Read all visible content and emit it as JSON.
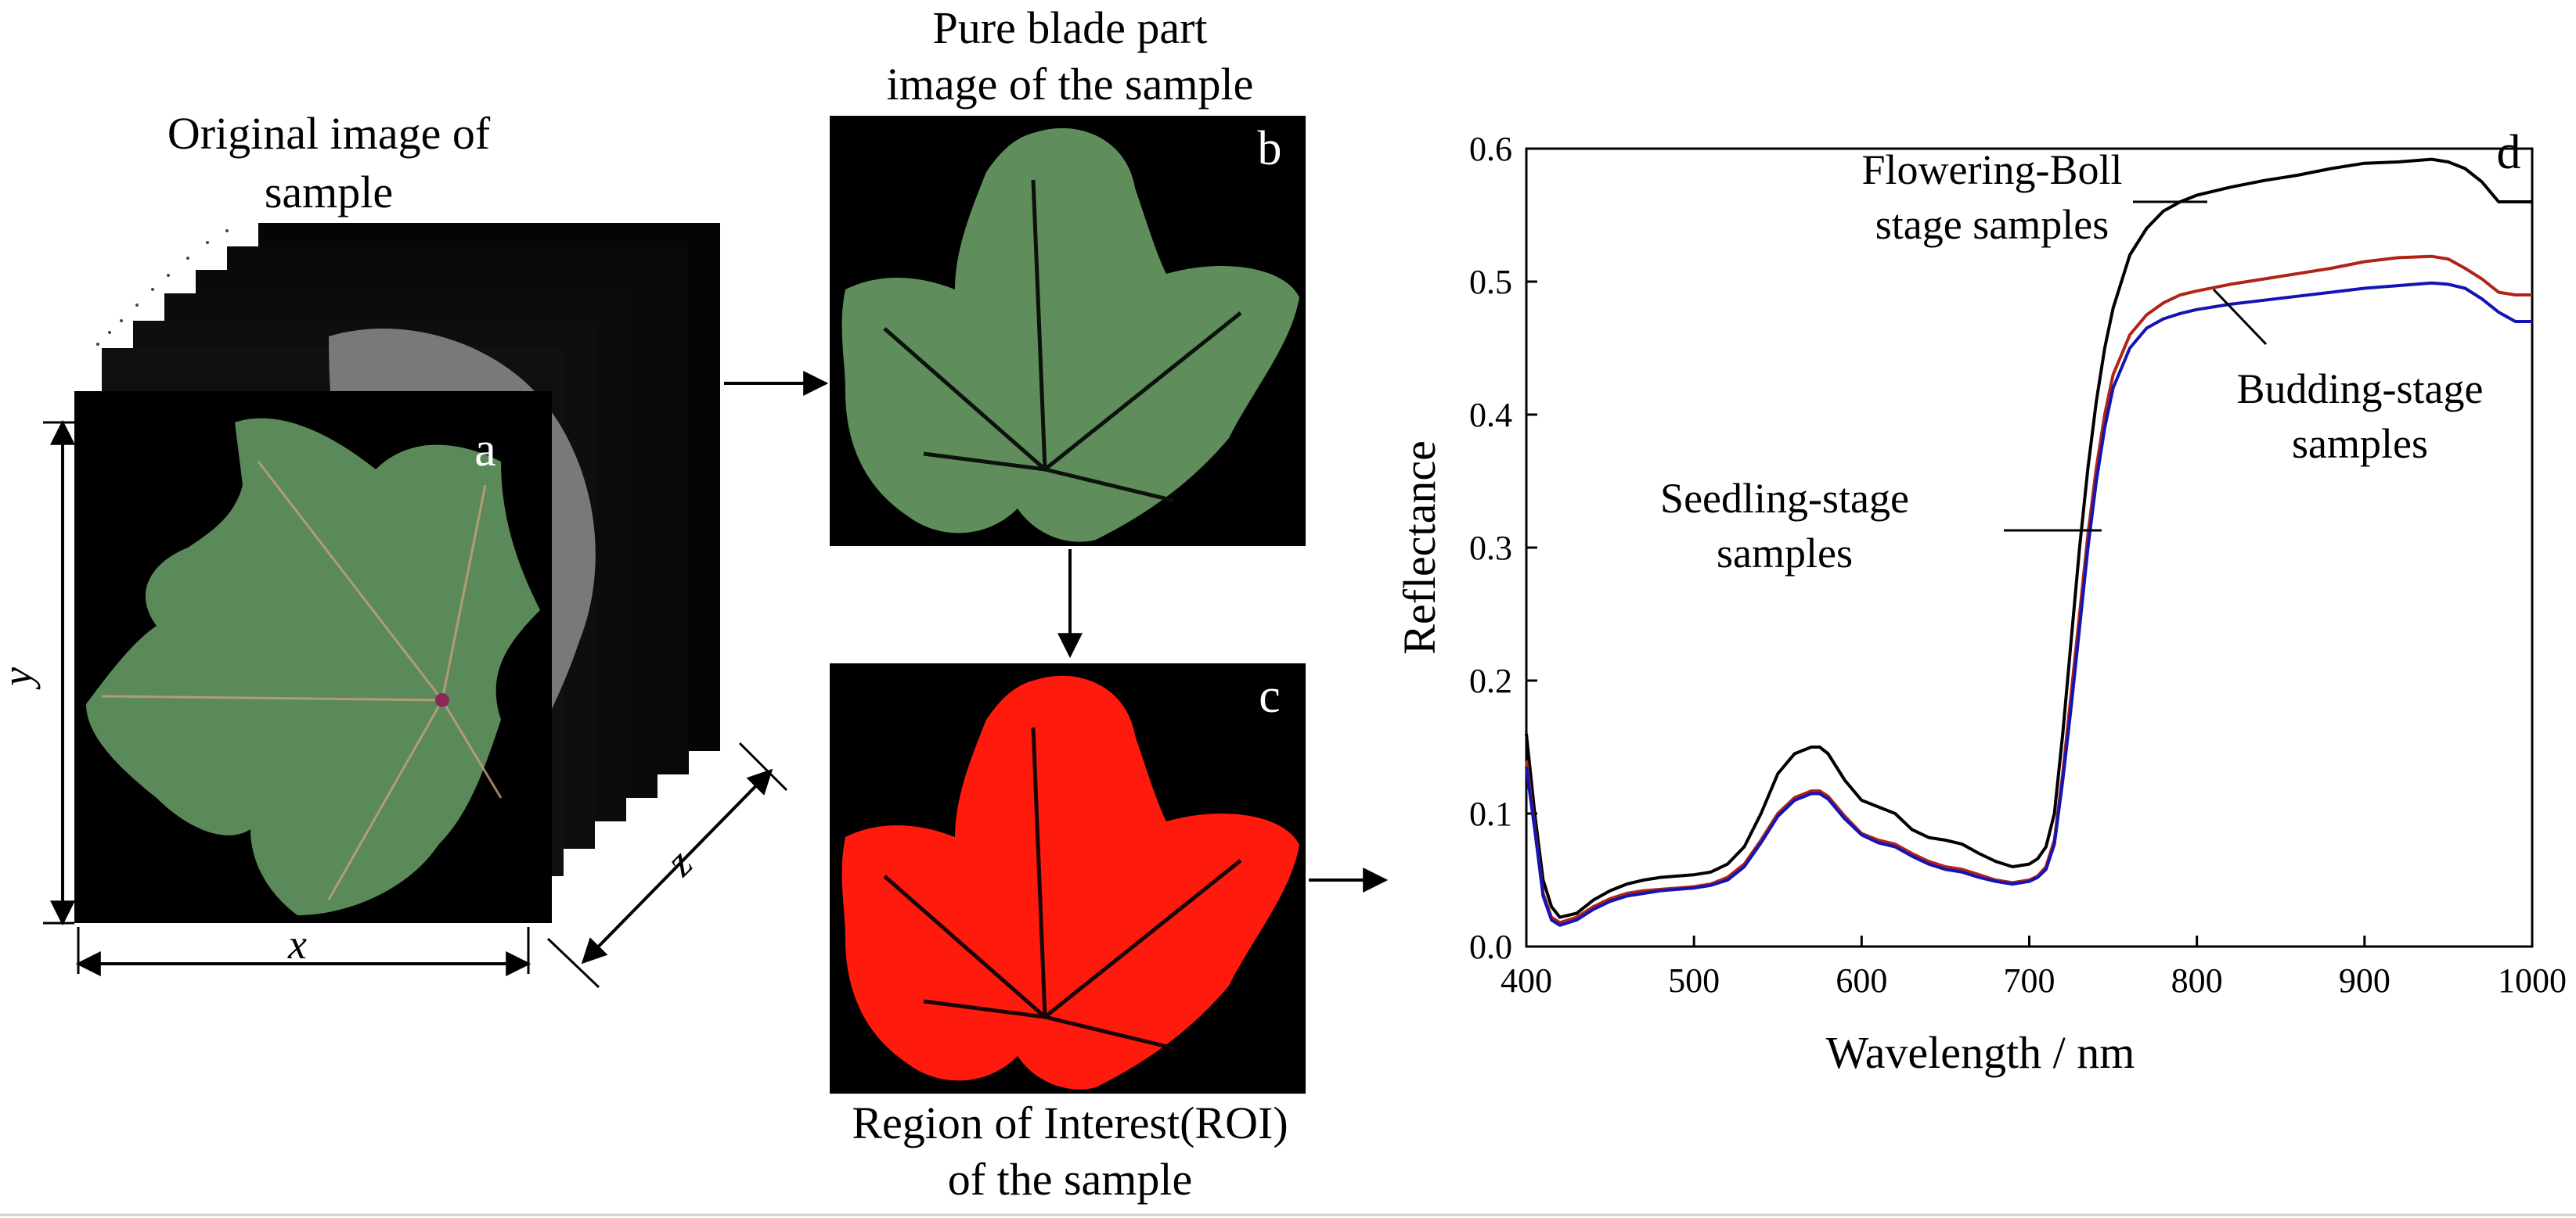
{
  "panel_a": {
    "caption_line1": "Original image of",
    "caption_line2": "sample",
    "letter": "a",
    "axis_x": "x",
    "axis_y": "y",
    "axis_z": "z"
  },
  "panel_b": {
    "caption_line1": "Pure blade part",
    "caption_line2": "image of the sample",
    "letter": "b"
  },
  "panel_c": {
    "caption_line1": "Region of Interest(ROI)",
    "caption_line2": "of the sample",
    "letter": "c"
  },
  "colors": {
    "leaf": "#5b8a5a",
    "roi": "#ff1a0e",
    "flowering": "#000000",
    "budding": "#b02418",
    "seedling": "#1414b4"
  },
  "chart_data": {
    "type": "line",
    "letter": "d",
    "xlabel": "Wavelength / nm",
    "ylabel": "Reflectance",
    "xlim": [
      400,
      1000
    ],
    "ylim": [
      0.0,
      0.6
    ],
    "xticks": [
      "400",
      "500",
      "600",
      "700",
      "800",
      "900",
      "1000"
    ],
    "yticks": [
      "0.0",
      "0.1",
      "0.2",
      "0.3",
      "0.4",
      "0.5",
      "0.6"
    ],
    "annotations": {
      "flowering_line1": "Flowering-Boll",
      "flowering_line2": "stage samples",
      "budding_line1": "Budding-stage",
      "budding_line2": "samples",
      "seedling_line1": "Seedling-stage",
      "seedling_line2": "samples"
    },
    "series": [
      {
        "key": "flowering",
        "color": "#000000",
        "x": [
          400,
          405,
          410,
          415,
          420,
          430,
          440,
          450,
          460,
          470,
          480,
          490,
          500,
          510,
          520,
          530,
          540,
          550,
          560,
          570,
          575,
          580,
          590,
          600,
          610,
          620,
          630,
          640,
          650,
          660,
          670,
          680,
          690,
          700,
          705,
          710,
          715,
          720,
          725,
          730,
          735,
          740,
          745,
          750,
          760,
          770,
          780,
          790,
          800,
          820,
          840,
          860,
          880,
          900,
          920,
          940,
          950,
          960,
          970,
          980,
          990,
          1000
        ],
        "y": [
          0.16,
          0.1,
          0.05,
          0.03,
          0.022,
          0.025,
          0.035,
          0.042,
          0.047,
          0.05,
          0.052,
          0.053,
          0.054,
          0.056,
          0.062,
          0.075,
          0.1,
          0.13,
          0.145,
          0.15,
          0.15,
          0.145,
          0.125,
          0.11,
          0.105,
          0.1,
          0.088,
          0.082,
          0.08,
          0.077,
          0.07,
          0.064,
          0.06,
          0.062,
          0.066,
          0.075,
          0.1,
          0.16,
          0.23,
          0.3,
          0.36,
          0.41,
          0.45,
          0.48,
          0.52,
          0.54,
          0.553,
          0.56,
          0.565,
          0.571,
          0.576,
          0.58,
          0.585,
          0.589,
          0.59,
          0.592,
          0.59,
          0.585,
          0.575,
          0.56,
          0.56,
          0.56
        ]
      },
      {
        "key": "budding",
        "color": "#b02418",
        "x": [
          400,
          405,
          410,
          415,
          420,
          430,
          440,
          450,
          460,
          470,
          480,
          490,
          500,
          510,
          520,
          530,
          540,
          550,
          560,
          570,
          575,
          580,
          590,
          600,
          610,
          620,
          630,
          640,
          650,
          660,
          670,
          680,
          690,
          700,
          705,
          710,
          715,
          720,
          725,
          730,
          735,
          740,
          745,
          750,
          760,
          770,
          780,
          790,
          800,
          820,
          840,
          860,
          880,
          900,
          920,
          940,
          950,
          960,
          970,
          980,
          990,
          1000
        ],
        "y": [
          0.14,
          0.09,
          0.04,
          0.022,
          0.018,
          0.022,
          0.03,
          0.036,
          0.04,
          0.042,
          0.043,
          0.044,
          0.045,
          0.047,
          0.052,
          0.062,
          0.08,
          0.1,
          0.112,
          0.117,
          0.117,
          0.113,
          0.098,
          0.085,
          0.08,
          0.077,
          0.07,
          0.064,
          0.06,
          0.058,
          0.054,
          0.05,
          0.048,
          0.05,
          0.053,
          0.06,
          0.08,
          0.13,
          0.19,
          0.25,
          0.31,
          0.36,
          0.4,
          0.43,
          0.46,
          0.475,
          0.484,
          0.49,
          0.493,
          0.498,
          0.502,
          0.506,
          0.51,
          0.515,
          0.518,
          0.519,
          0.517,
          0.51,
          0.502,
          0.492,
          0.49,
          0.49
        ]
      },
      {
        "key": "seedling",
        "color": "#1414b4",
        "x": [
          400,
          405,
          410,
          415,
          420,
          430,
          440,
          450,
          460,
          470,
          480,
          490,
          500,
          510,
          520,
          530,
          540,
          550,
          560,
          570,
          575,
          580,
          590,
          600,
          610,
          620,
          630,
          640,
          650,
          660,
          670,
          680,
          690,
          700,
          705,
          710,
          715,
          720,
          725,
          730,
          735,
          740,
          745,
          750,
          760,
          770,
          780,
          790,
          800,
          820,
          840,
          860,
          880,
          900,
          920,
          940,
          950,
          960,
          970,
          980,
          990,
          1000
        ],
        "y": [
          0.135,
          0.088,
          0.038,
          0.02,
          0.016,
          0.02,
          0.028,
          0.034,
          0.038,
          0.04,
          0.042,
          0.043,
          0.044,
          0.046,
          0.05,
          0.06,
          0.078,
          0.098,
          0.11,
          0.115,
          0.115,
          0.111,
          0.096,
          0.084,
          0.078,
          0.075,
          0.068,
          0.062,
          0.058,
          0.056,
          0.052,
          0.049,
          0.047,
          0.049,
          0.052,
          0.058,
          0.077,
          0.125,
          0.18,
          0.24,
          0.3,
          0.35,
          0.39,
          0.42,
          0.45,
          0.465,
          0.472,
          0.476,
          0.479,
          0.483,
          0.486,
          0.489,
          0.492,
          0.495,
          0.497,
          0.499,
          0.498,
          0.495,
          0.487,
          0.477,
          0.47,
          0.47
        ]
      }
    ]
  }
}
